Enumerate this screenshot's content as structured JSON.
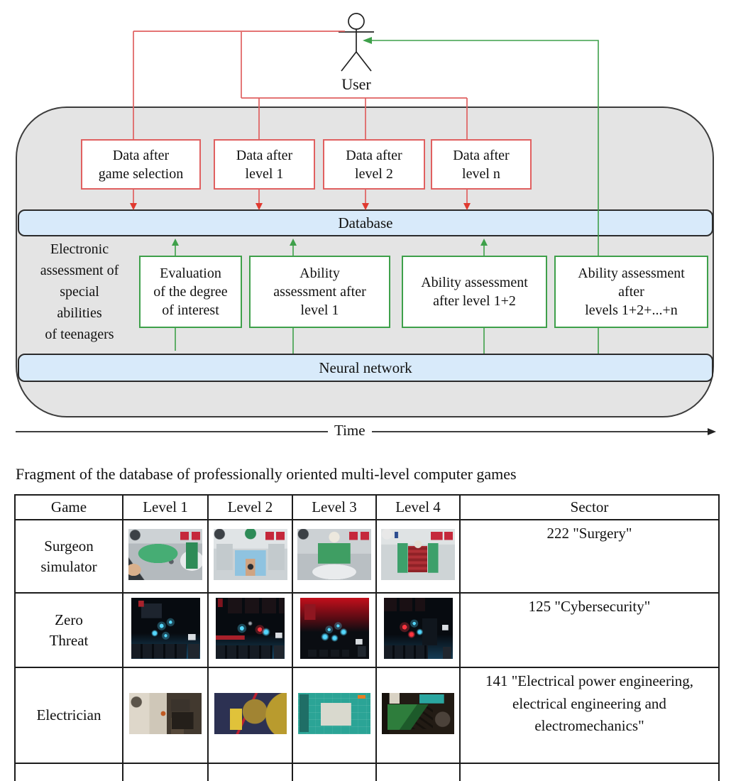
{
  "diagram": {
    "user_label": "User",
    "side_label": "Electronic\nassessment of\nspecial\nabilities\nof teenagers",
    "red_boxes": [
      "Data after\ngame selection",
      "Data after\nlevel 1",
      "Data after\nlevel 2",
      "Data after\nlevel n"
    ],
    "database_label": "Database",
    "green_boxes": [
      "Evaluation\nof the degree\nof interest",
      "Ability\nassessment after\nlevel 1",
      "Ability assessment\nafter level 1+2",
      "Ability assessment\nafter\nlevels 1+2+...+n"
    ],
    "neural_network_label": "Neural network",
    "time_label": "Time",
    "colors": {
      "red": "#e06060",
      "red-head": "#e03a30",
      "green": "#3ea04a",
      "bar-fill": "#d8eafa",
      "container-fill": "#e4e4e4"
    }
  },
  "table_section": {
    "title": "Fragment of the database of professionally oriented multi-level computer games",
    "columns": [
      "Game",
      "Level 1",
      "Level 2",
      "Level 3",
      "Level 4",
      "Sector"
    ],
    "rows": [
      {
        "game": "Surgeon\nsimulator",
        "sector": "222 \"Surgery\"",
        "thumbs": [
          "surgeon-1",
          "surgeon-2",
          "surgeon-3",
          "surgeon-4"
        ]
      },
      {
        "game": "Zero\nThreat",
        "sector": "125 \"Cybersecurity\"",
        "thumbs": [
          "zerothreat-1",
          "zerothreat-2",
          "zerothreat-3",
          "zerothreat-4"
        ]
      },
      {
        "game": "Electrician",
        "sector": "141 \"Electrical power engineering, electrical engineering and electromechanics\"",
        "thumbs": [
          "electrician-1",
          "electrician-2",
          "electrician-3",
          "electrician-4"
        ]
      }
    ]
  }
}
